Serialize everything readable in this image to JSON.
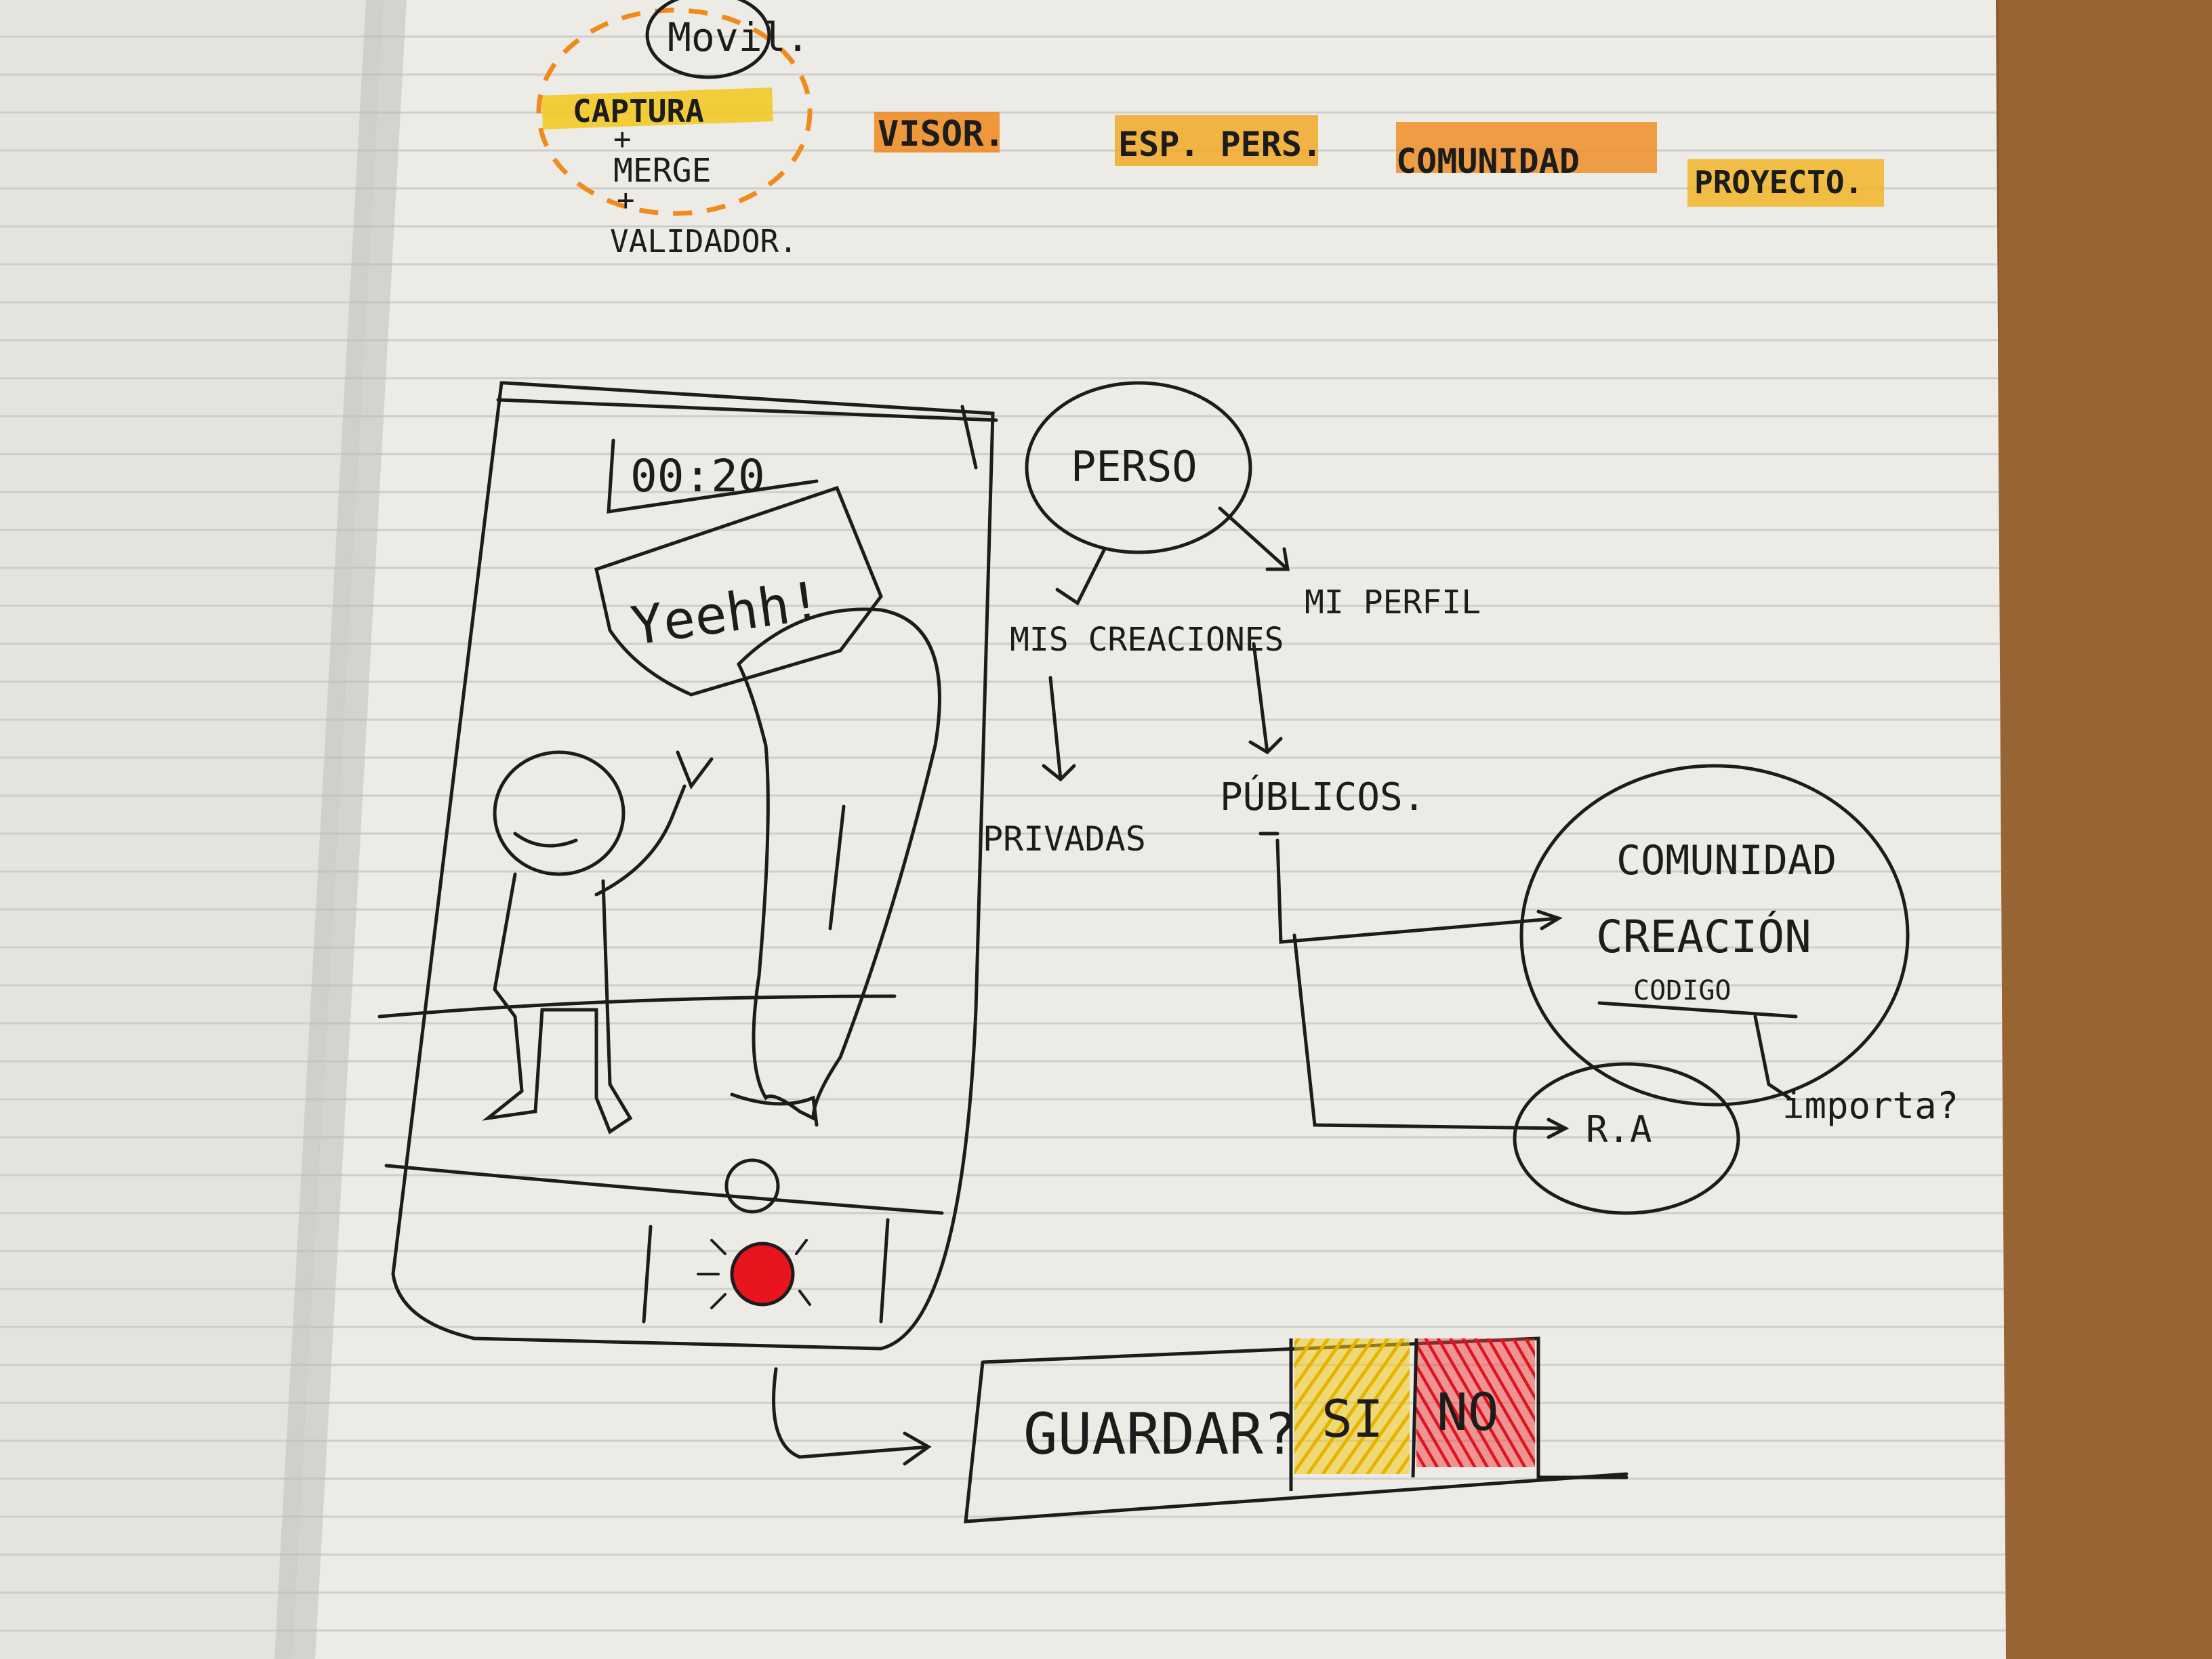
{
  "colors": {
    "table_wood": "#8a5a2e",
    "paper": "#ecebe6",
    "ink": "#1c1c1c",
    "highlight_orange": "#f08a1c",
    "highlight_yellow": "#f2c81a",
    "record_red": "#e8141e"
  },
  "header": {
    "device": "Movil.",
    "items": [
      {
        "text": "CAPTURA",
        "highlight": "yellow"
      },
      {
        "text": "VISOR.",
        "highlight": "orange"
      },
      {
        "text": "ESP. PERS.",
        "highlight": "orange-yellow"
      },
      {
        "text": "COMUNIDAD",
        "highlight": "orange"
      },
      {
        "text": "PROYECTO.",
        "highlight": "orange-yellow"
      }
    ],
    "plus1": "+",
    "merge": "MERGE",
    "plus2": "+",
    "validador": "VALIDADOR."
  },
  "phone_sketch": {
    "timer": "00:20",
    "speech": "Yeehh!",
    "record_button_icon": "record-icon"
  },
  "mindmap": {
    "root": "PERSO",
    "left_branch": "MIS CREACIONES",
    "right_branch": "MI PERFIL",
    "private": "PRIVADAS",
    "public": "PÚBLICOS.",
    "community_line1": "COMUNIDAD",
    "community_line2": "CREACIÓN",
    "community_code": "CODIGO",
    "ar": "R.A",
    "question": "importa?"
  },
  "save_dialog": {
    "prompt": "GUARDAR?",
    "yes": "SI",
    "no": "NO"
  }
}
